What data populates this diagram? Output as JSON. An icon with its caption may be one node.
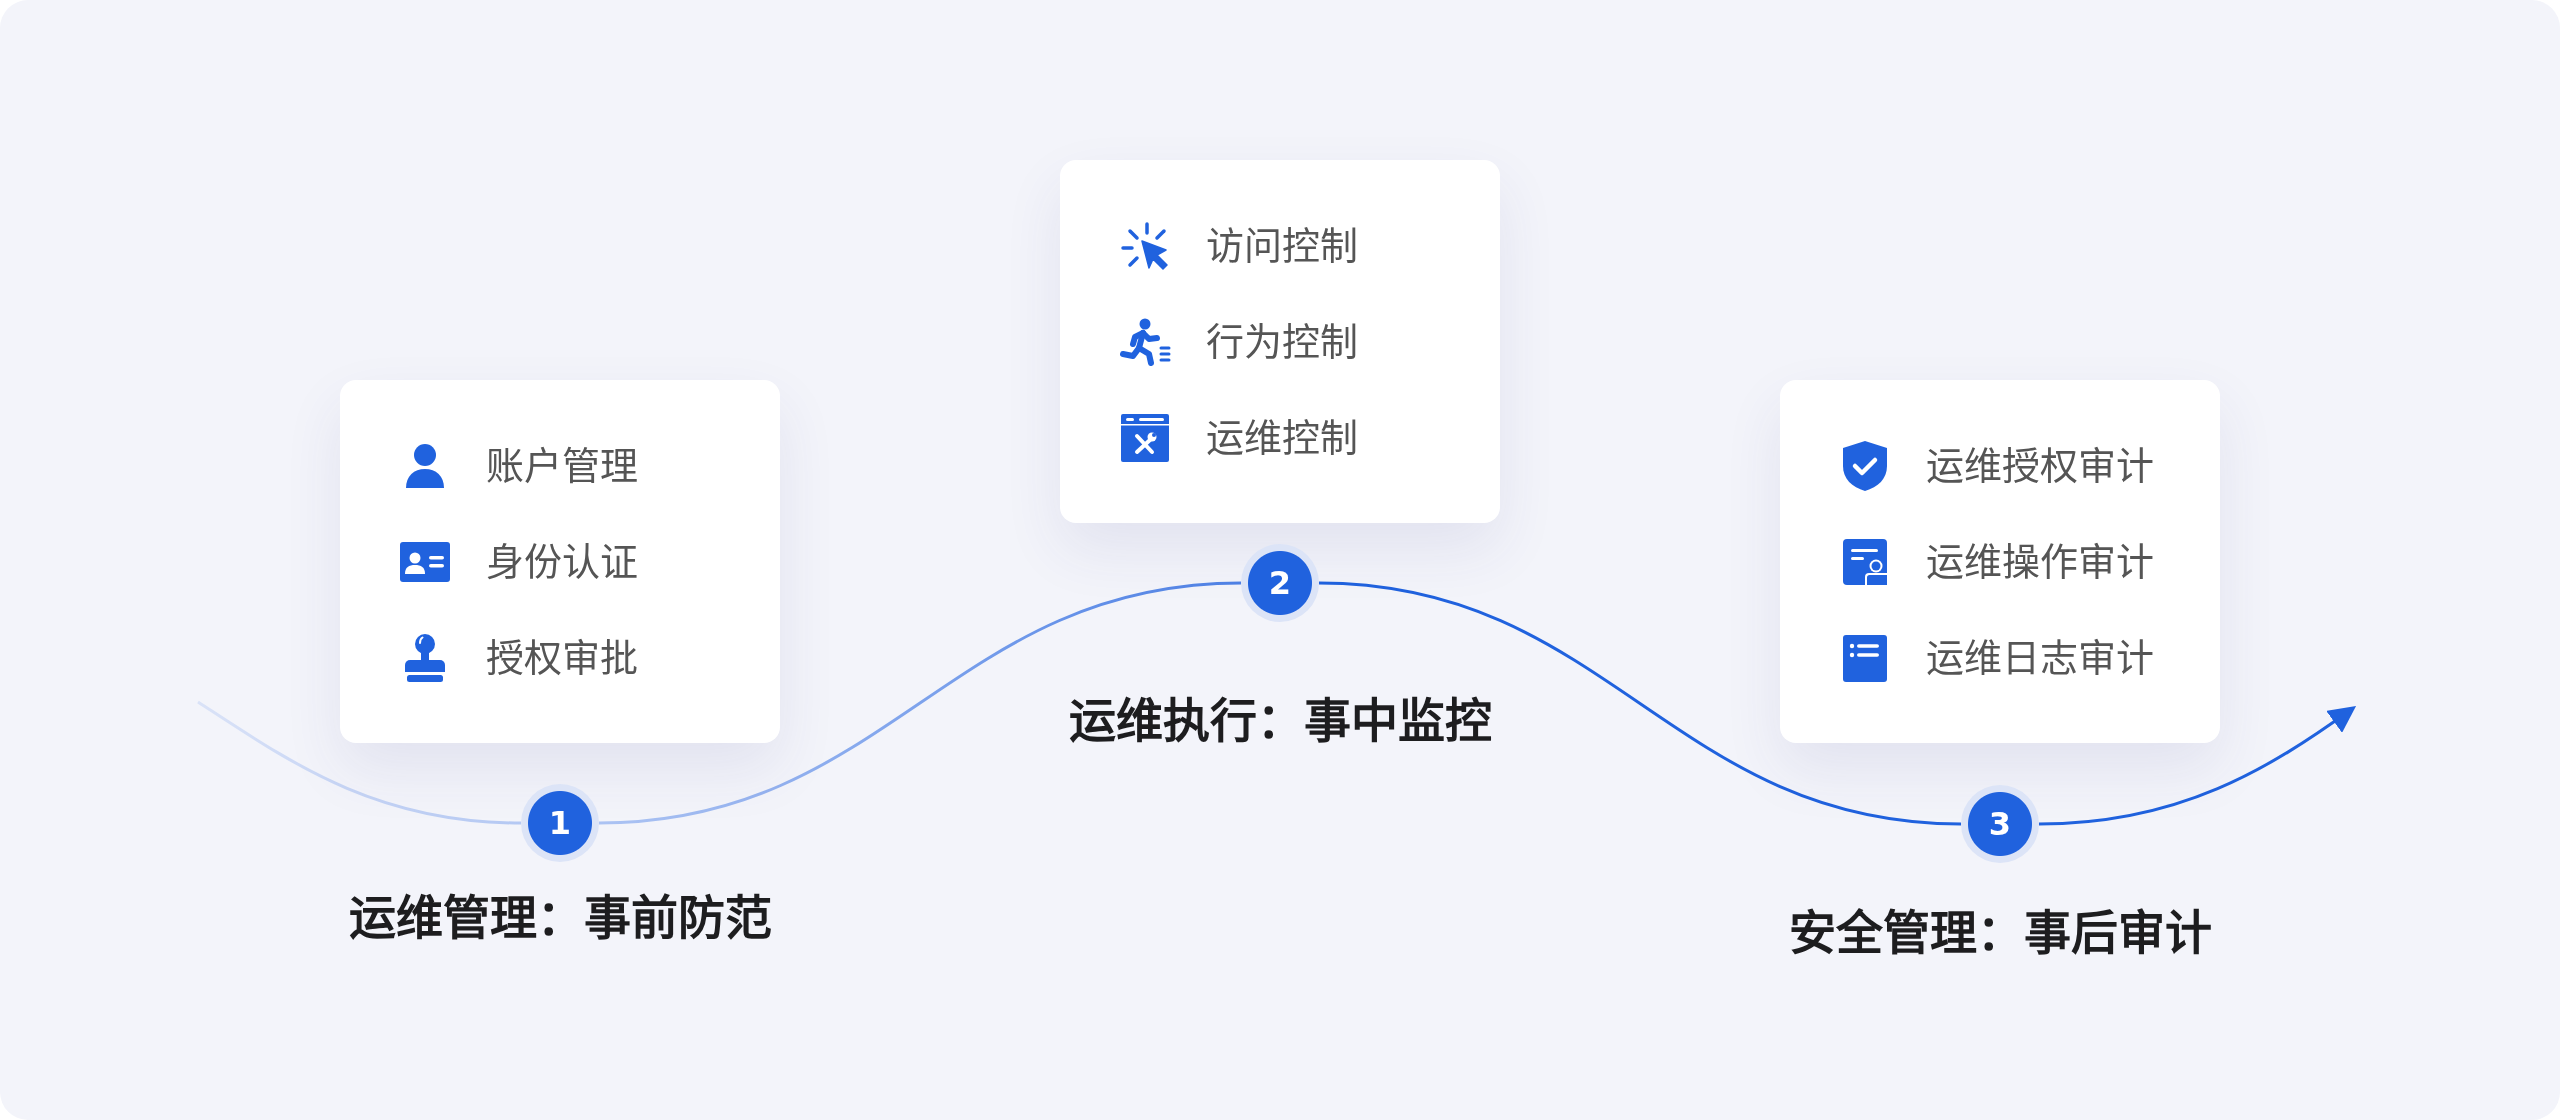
{
  "diagram": {
    "nodes": [
      {
        "text": [
          "账户管理",
          "身份认证",
          "授权审批"
        ]
      },
      {
        "text": [
          "1"
        ],
        "beside": [
          "运维管理：事前防范"
        ]
      },
      {
        "text": [
          "访问控制",
          "行为控制",
          "运维控制"
        ]
      },
      {
        "text": [
          "2"
        ],
        "beside": [
          "运维执行：事中监控"
        ]
      },
      {
        "text": [
          "运维授权审计",
          "运维操作审计",
          "运维日志审计"
        ]
      },
      {
        "text": [
          "3"
        ],
        "beside": [
          "安全管理：事后审计"
        ]
      }
    ],
    "edges": [
      {
        "from": null,
        "to": 1,
        "arrow": "none",
        "color": "#b4c8f3"
      },
      {
        "from": 1,
        "to": 3,
        "arrow": "none",
        "color": "#89a9ee"
      },
      {
        "from": 3,
        "to": 5,
        "arrow": "none"
      },
      {
        "from": 5,
        "to": null,
        "arrow": "to"
      }
    ]
  }
}
